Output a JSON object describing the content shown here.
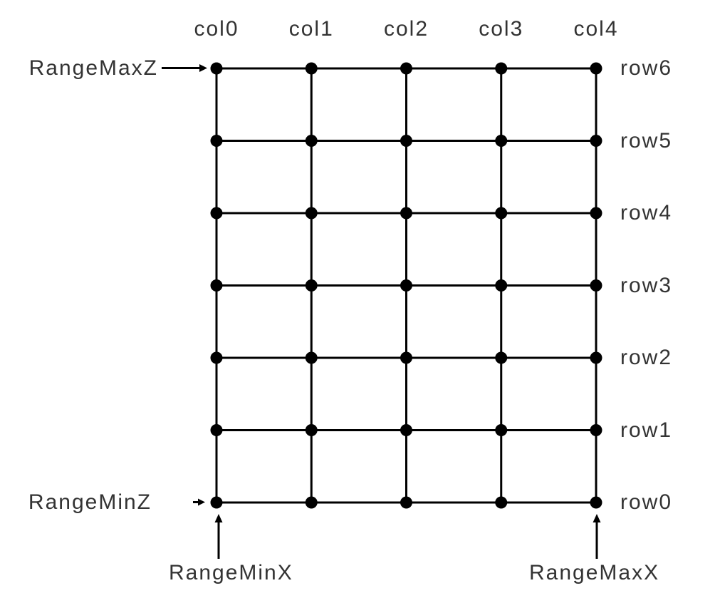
{
  "diagram": {
    "description": "Grid of vertices with labeled columns, rows and range extents",
    "colors": {
      "line": "#000000",
      "node": "#000000",
      "text": "#333333",
      "background": "#ffffff"
    },
    "grid": {
      "col_labels": [
        "col0",
        "col1",
        "col2",
        "col3",
        "col4"
      ],
      "row_labels_top_to_bottom": [
        "row6",
        "row5",
        "row4",
        "row3",
        "row2",
        "row1",
        "row0"
      ],
      "num_cols": 5,
      "num_rows": 7
    },
    "annotations": {
      "top_left": "RangeMaxZ",
      "bottom_left": "RangeMinZ",
      "bottom_min_x": "RangeMinX",
      "bottom_max_x": "RangeMaxX"
    }
  }
}
